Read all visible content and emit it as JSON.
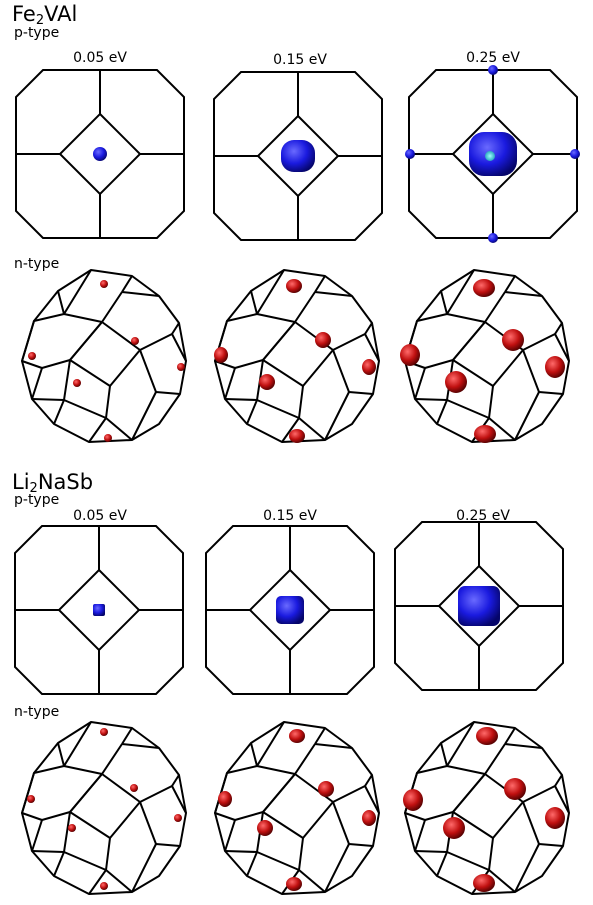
{
  "panels": [
    {
      "compound": {
        "part1": "Fe",
        "sub1": "2",
        "part2": "VAl"
      },
      "p_label": "p-type",
      "n_label": "n-type",
      "energies": [
        "0.05 eV",
        "0.15 eV",
        "0.25 eV"
      ]
    },
    {
      "compound": {
        "part1": "Li",
        "sub1": "2",
        "part2": "NaSb"
      },
      "p_label": "p-type",
      "n_label": "n-type",
      "energies": [
        "0.05 eV",
        "0.15 eV",
        "0.25 eV"
      ]
    }
  ],
  "colors": {
    "hole_pocket": "#1a1adf",
    "electron_pocket": "#c01010",
    "zone_line": "#000000"
  }
}
